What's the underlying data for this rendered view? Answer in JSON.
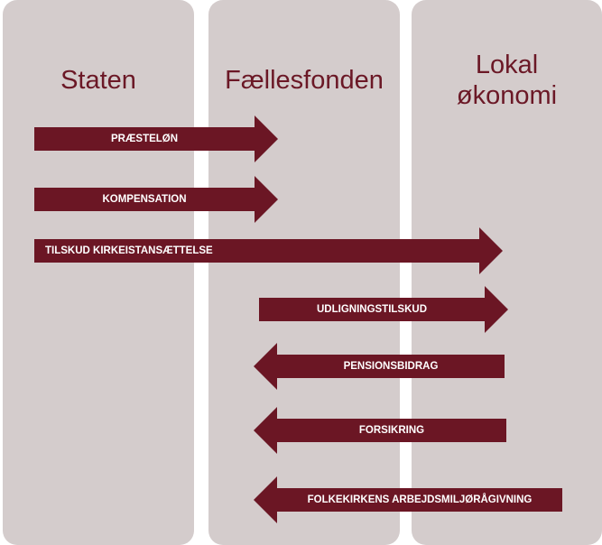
{
  "columns": {
    "staten": "Staten",
    "faellesfonden": "Fællesfonden",
    "lokal": "Lokal\nøkonomi"
  },
  "flows": [
    {
      "label": "PRÆSTELØN",
      "from": "Staten",
      "to": "Fællesfonden",
      "direction": "right"
    },
    {
      "label": "KOMPENSATION",
      "from": "Staten",
      "to": "Fællesfonden",
      "direction": "right"
    },
    {
      "label": "TILSKUD KIRKEISTANSÆTTELSE",
      "from": "Staten",
      "to": "Lokal økonomi",
      "direction": "right"
    },
    {
      "label": "UDLIGNINGSTILSKUD",
      "from": "Fællesfonden",
      "to": "Lokal økonomi",
      "direction": "right"
    },
    {
      "label": "PENSIONSBIDRAG",
      "from": "Lokal økonomi",
      "to": "Fællesfonden",
      "direction": "left"
    },
    {
      "label": "FORSIKRING",
      "from": "Lokal økonomi",
      "to": "Fællesfonden",
      "direction": "left"
    },
    {
      "label": "FOLKEKIRKENS ARBEJDSMILJØRÅGIVNING",
      "from": "Lokal økonomi",
      "to": "Fællesfonden",
      "direction": "left"
    }
  ],
  "colors": {
    "column_bg": "#d4cccc",
    "arrow": "#6b1624",
    "title_text": "#6b1826"
  }
}
